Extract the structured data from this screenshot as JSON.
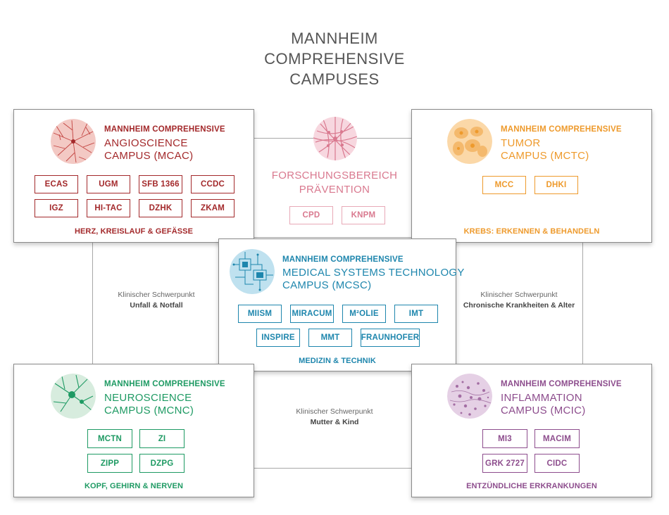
{
  "title": [
    "MANNHEIM",
    "COMPREHENSIVE",
    "CAMPUSES"
  ],
  "colors": {
    "angio": "#a3292b",
    "tumor": "#ee9a2c",
    "forschung": "#d9798f",
    "medical": "#1e86ad",
    "neuro": "#1e9a63",
    "inflammation": "#8d4d8d"
  },
  "angio": {
    "icon": "blood-vessel-icon",
    "eyebrow": "MANNHEIM COMPREHENSIVE",
    "name_line1": "ANGIOSCIENCE",
    "name_line2": "CAMPUS (MCAC)",
    "tags": [
      "ECAS",
      "UGM",
      "SFB 1366",
      "CCDC",
      "IGZ",
      "HI-TAC",
      "DZHK",
      "ZKAM"
    ],
    "footer": "HERZ, KREISLAUF & GEFÄSSE"
  },
  "forschung": {
    "icon": "network-icon",
    "name_line1": "FORSCHUNGSBEREICH",
    "name_line2": "PRÄVENTION",
    "tags": [
      "CPD",
      "KNPM"
    ]
  },
  "tumor": {
    "icon": "tumor-cell-icon",
    "eyebrow": "MANNHEIM COMPREHENSIVE",
    "name_line1": "TUMOR",
    "name_line2": "CAMPUS (MCTC)",
    "tags": [
      "MCC",
      "DHKI"
    ],
    "footer": "KREBS: ERKENNEN & BEHANDELN"
  },
  "medical": {
    "icon": "circuit-icon",
    "eyebrow": "MANNHEIM COMPREHENSIVE",
    "name_line1": "MEDICAL SYSTEMS TECHNOLOGY",
    "name_line2": "CAMPUS (MCSC)",
    "tags": [
      "MIISM",
      "MIRACUM",
      "M²OLIE",
      "IMT",
      "INSPIRE",
      "MMT",
      "FRAUNHOFER"
    ],
    "footer": "MEDIZIN & TECHNIK"
  },
  "neuro": {
    "icon": "neuron-icon",
    "eyebrow": "MANNHEIM COMPREHENSIVE",
    "name_line1": "NEUROSCIENCE",
    "name_line2": "CAMPUS (MCNC)",
    "tags": [
      "MCTN",
      "ZI",
      "ZIPP",
      "DZPG"
    ],
    "footer": "KOPF, GEHIRN & NERVEN"
  },
  "inflammation": {
    "icon": "tissue-icon",
    "eyebrow": "MANNHEIM COMPREHENSIVE",
    "name_line1": "INFLAMMATION",
    "name_line2": "CAMPUS (MCIC)",
    "tags": [
      "MI3",
      "MACIM",
      "GRK 2727",
      "CIDC"
    ],
    "footer": "ENTZÜNDLICHE ERKRANKUNGEN"
  },
  "schwerpunkte": {
    "left": {
      "label": "Klinischer Schwerpunkt",
      "value": "Unfall & Notfall"
    },
    "right": {
      "label": "Klinischer Schwerpunkt",
      "value": "Chronische Krankheiten & Alter"
    },
    "bottom": {
      "label": "Klinischer Schwerpunkt",
      "value": "Mutter & Kind"
    }
  }
}
